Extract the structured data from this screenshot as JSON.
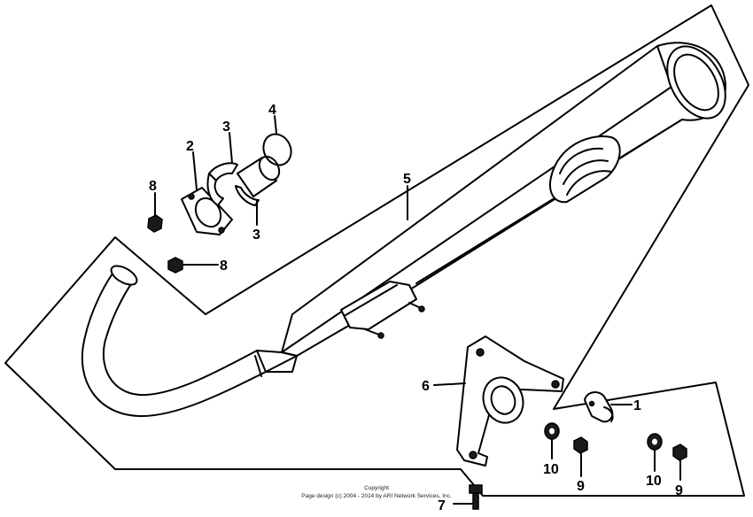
{
  "callouts": {
    "c1": "1",
    "c2": "2",
    "c3a": "3",
    "c3b": "3",
    "c4": "4",
    "c5": "5",
    "c6": "6",
    "c7": "7",
    "c8a": "8",
    "c8b": "8",
    "c9a": "9",
    "c9b": "9",
    "c10a": "10",
    "c10b": "10"
  },
  "copyright": {
    "line1": "Copyright",
    "line2": "Page design (c) 2004 - 2014 by ARI Network Services, Inc."
  }
}
